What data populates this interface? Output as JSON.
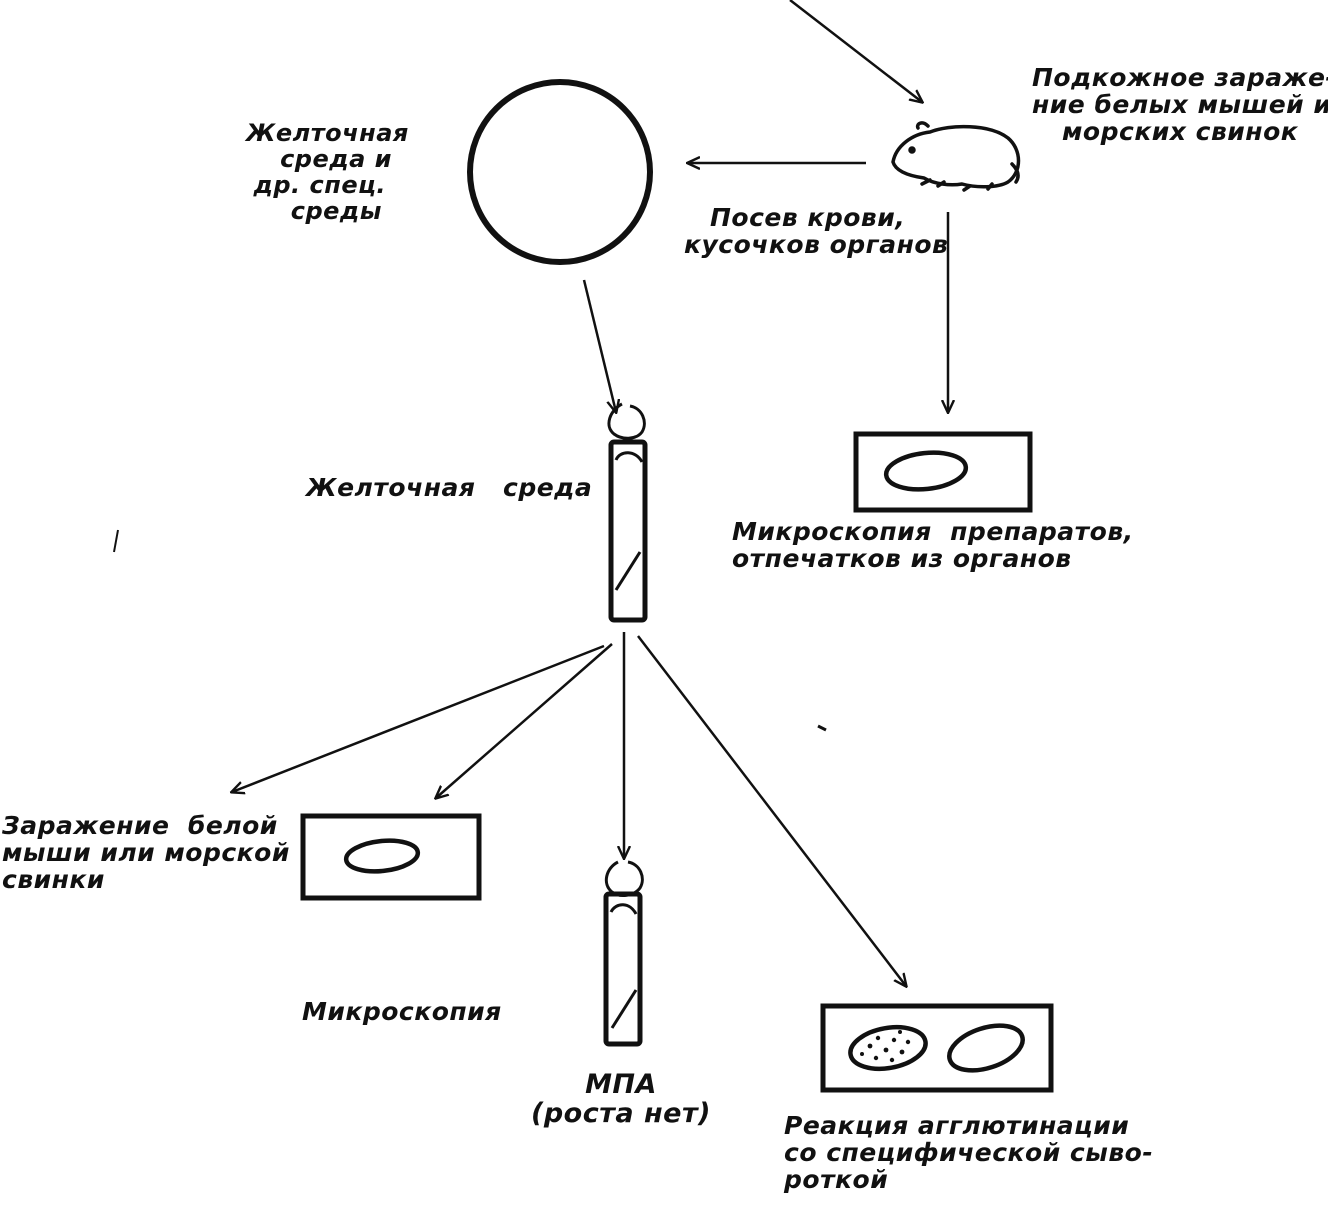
{
  "labels": {
    "subcutaneous": [
      "Подкожное зараже-",
      "ние белых мышей или",
      "морских свинок"
    ],
    "yolk_top": [
      "Желточная",
      "среда и",
      "др. спец.",
      "среды"
    ],
    "blood_seeding": [
      "Посев крови,",
      "кусочков органов"
    ],
    "yolk_medium": "Желточная   среда",
    "organ_microscopy": [
      "Микроскопия  препаратов,",
      "отпечатков из органов"
    ],
    "infection_mouse": [
      "Заражение  белой",
      "мыши или морской",
      "свинки"
    ],
    "microscopy": "Микроскопия",
    "mpa": "МПА",
    "mpa_note": "(роста нет)",
    "agglutination": [
      "Реакция агглютинации",
      "со специфической сыво-",
      "роткой"
    ]
  },
  "colors": {
    "ink": "#111111",
    "paper": "#ffffff"
  }
}
